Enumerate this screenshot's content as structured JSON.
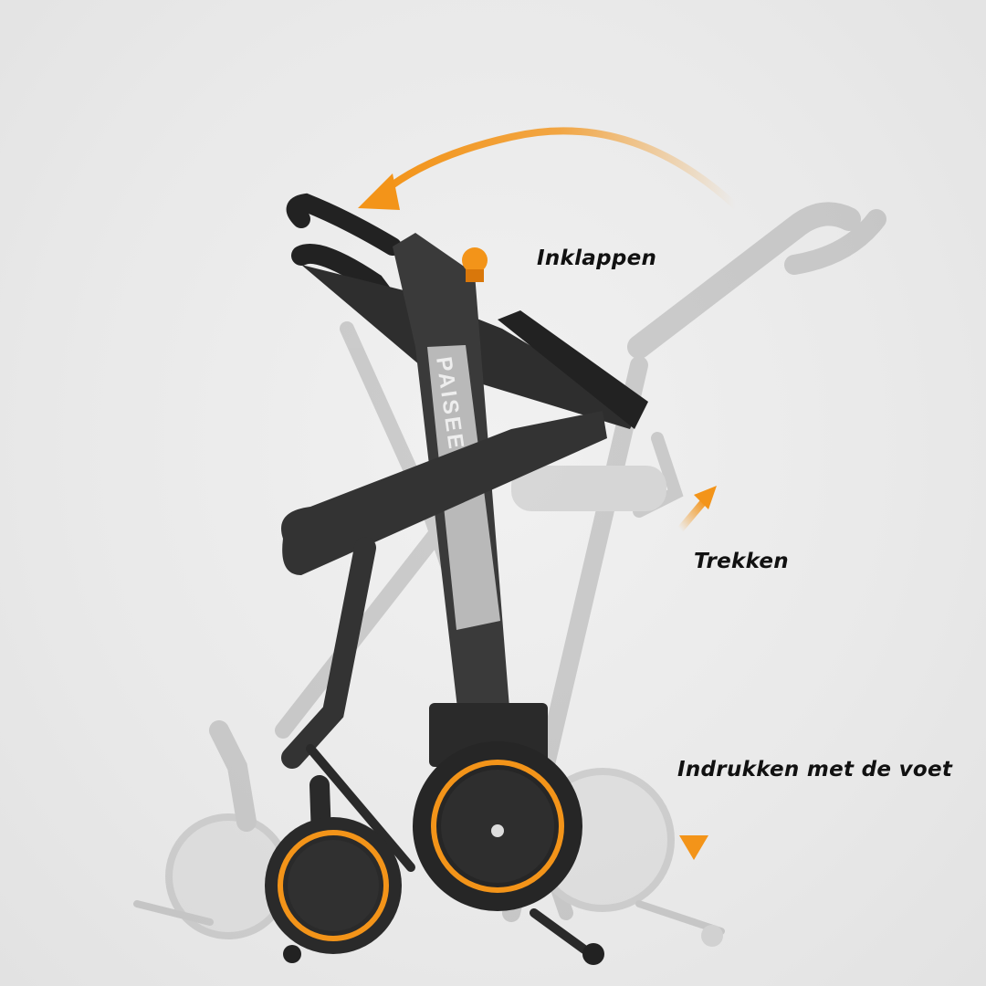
{
  "annotations": {
    "fold": "Inklappen",
    "pull": "Trekken",
    "press": "Indrukken met de voet"
  },
  "product": {
    "brand_logo": "PAISEEC"
  },
  "colors": {
    "accent": "#f39419",
    "frame": "#2b2b2b",
    "ghost": "#9a9a9a",
    "background": "#ececec"
  }
}
